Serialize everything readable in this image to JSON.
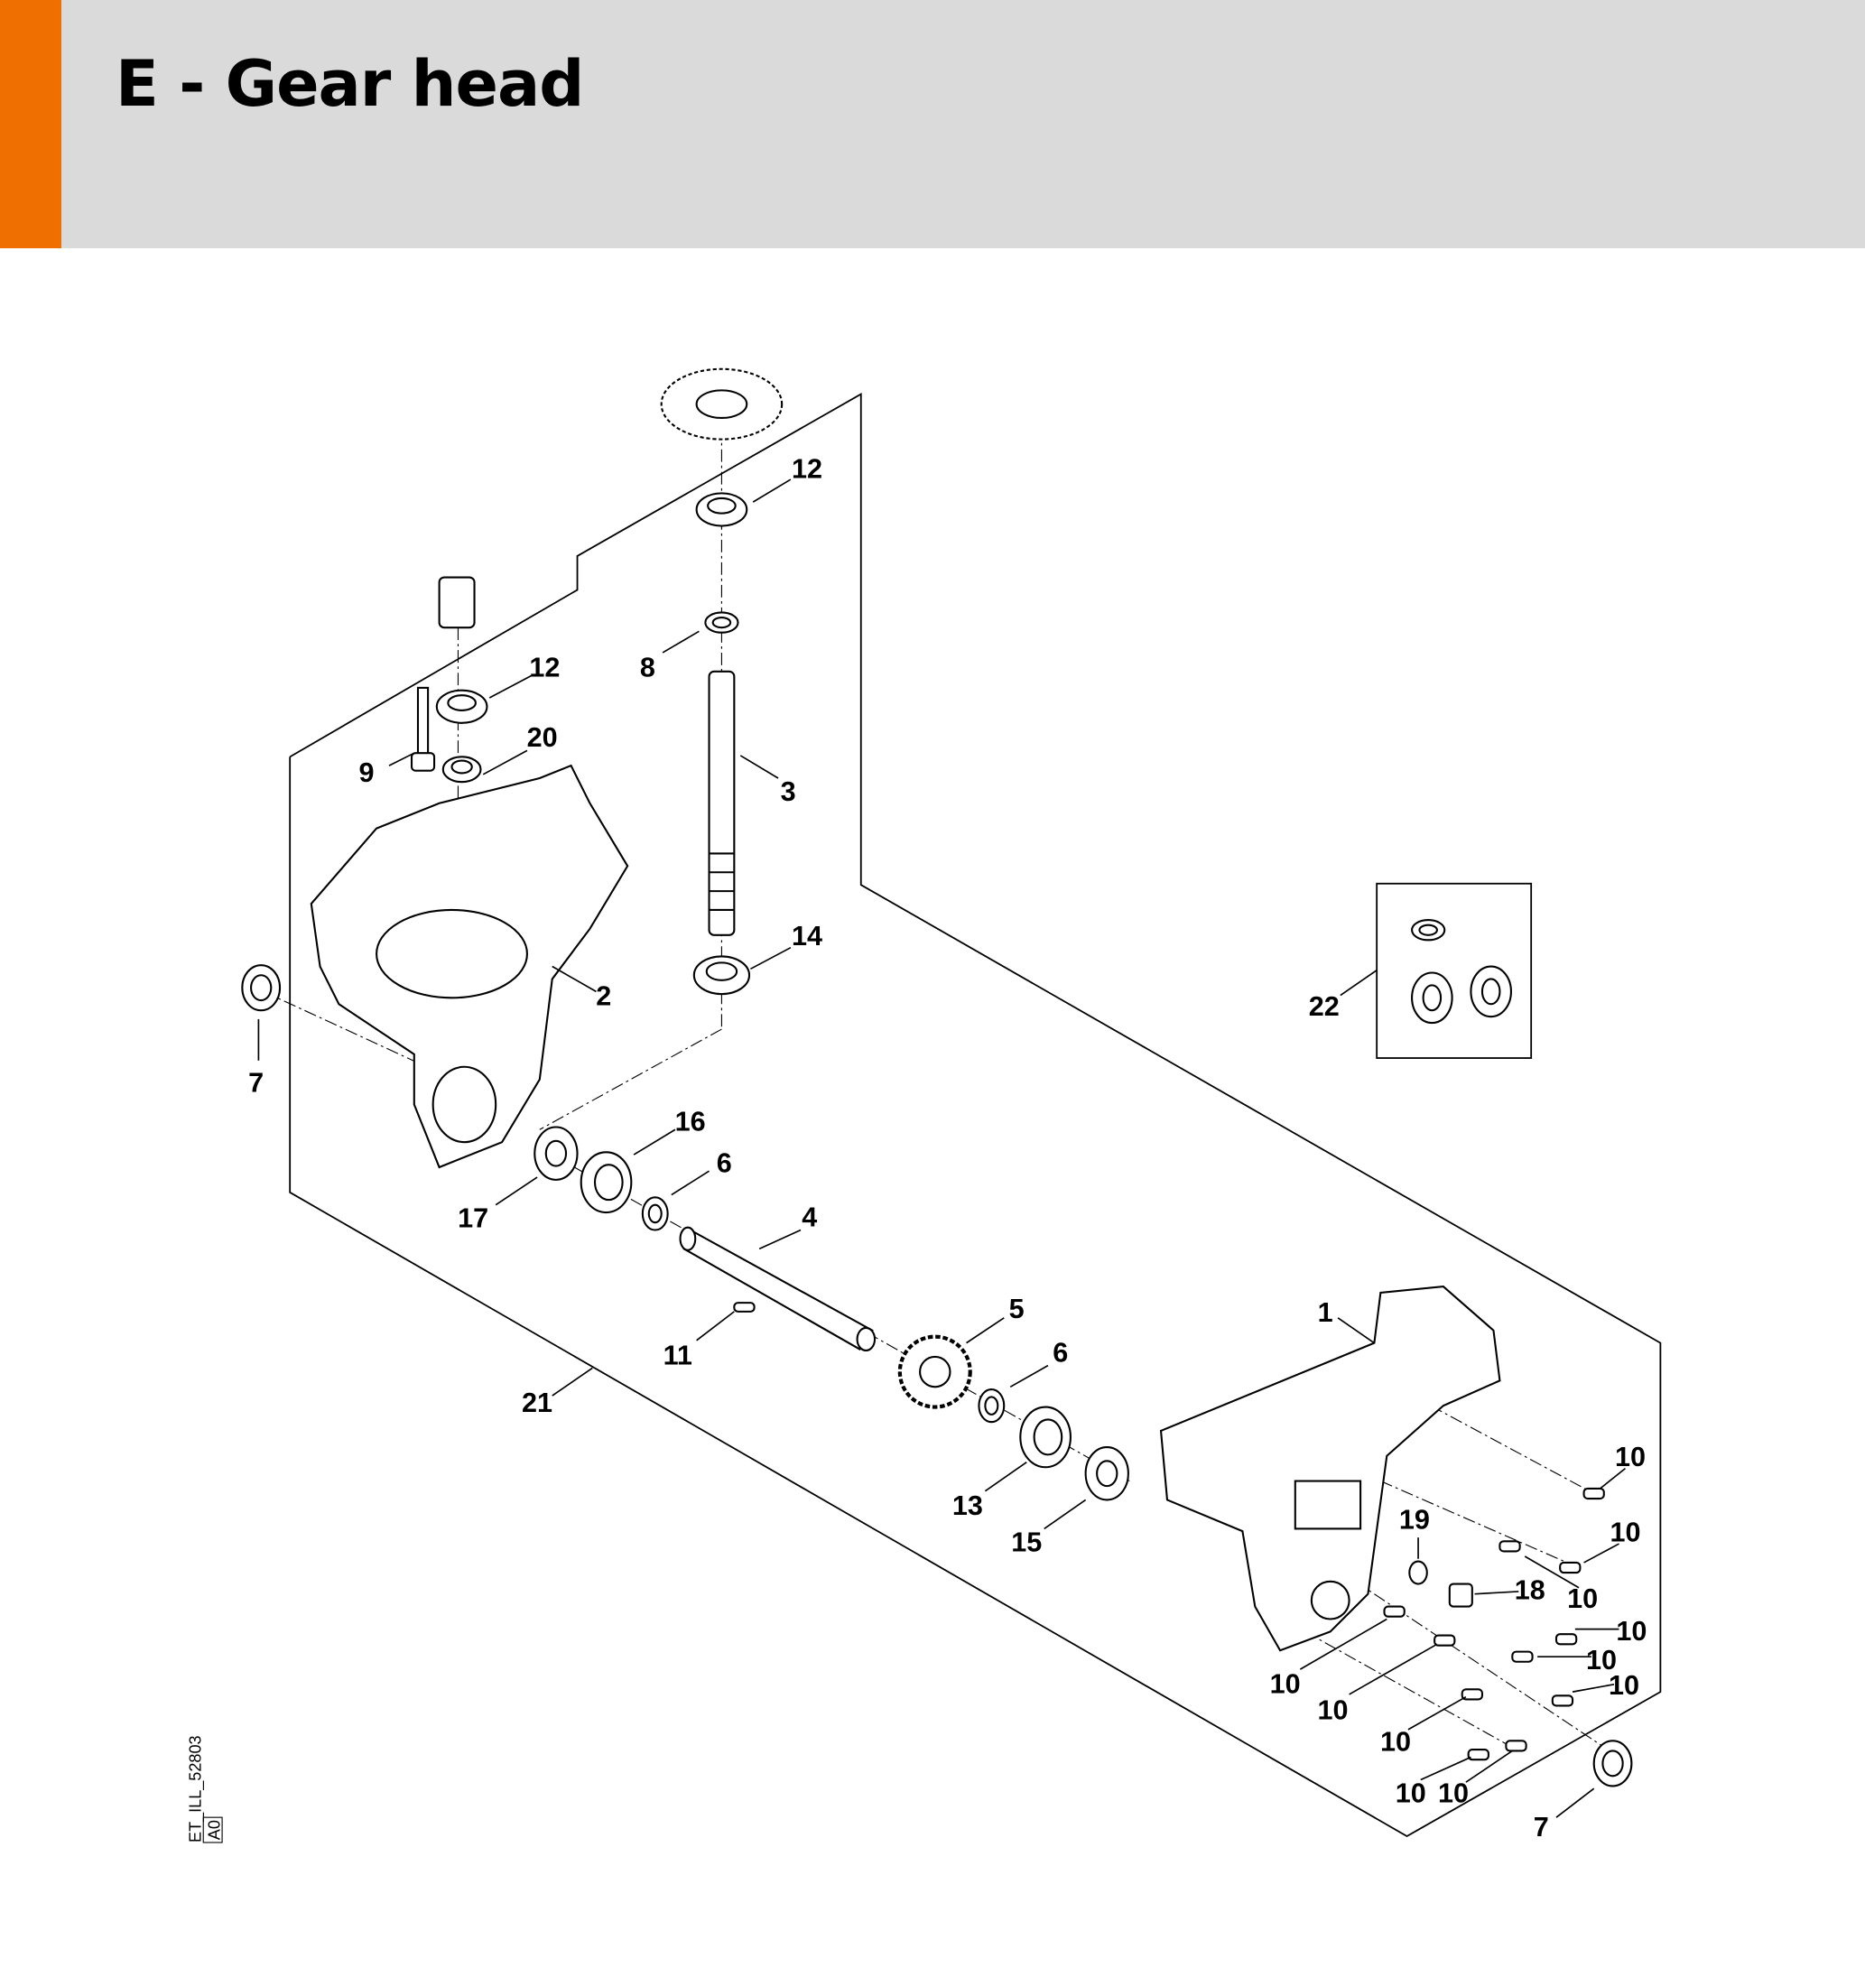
{
  "header": {
    "title": "E - Gear head",
    "accent_color": "#ef7000",
    "background_color": "#d9dad9"
  },
  "diagram": {
    "reference_id": "ET_ILL_52803",
    "revision": "A0",
    "callouts": [
      "12",
      "8",
      "12",
      "20",
      "9",
      "3",
      "14",
      "2",
      "7",
      "22",
      "16",
      "6",
      "17",
      "4",
      "11",
      "5",
      "6",
      "1",
      "21",
      "13",
      "15",
      "10",
      "10",
      "19",
      "18",
      "10",
      "10",
      "10",
      "10",
      "10",
      "10",
      "10",
      "10",
      "10",
      "7"
    ]
  }
}
